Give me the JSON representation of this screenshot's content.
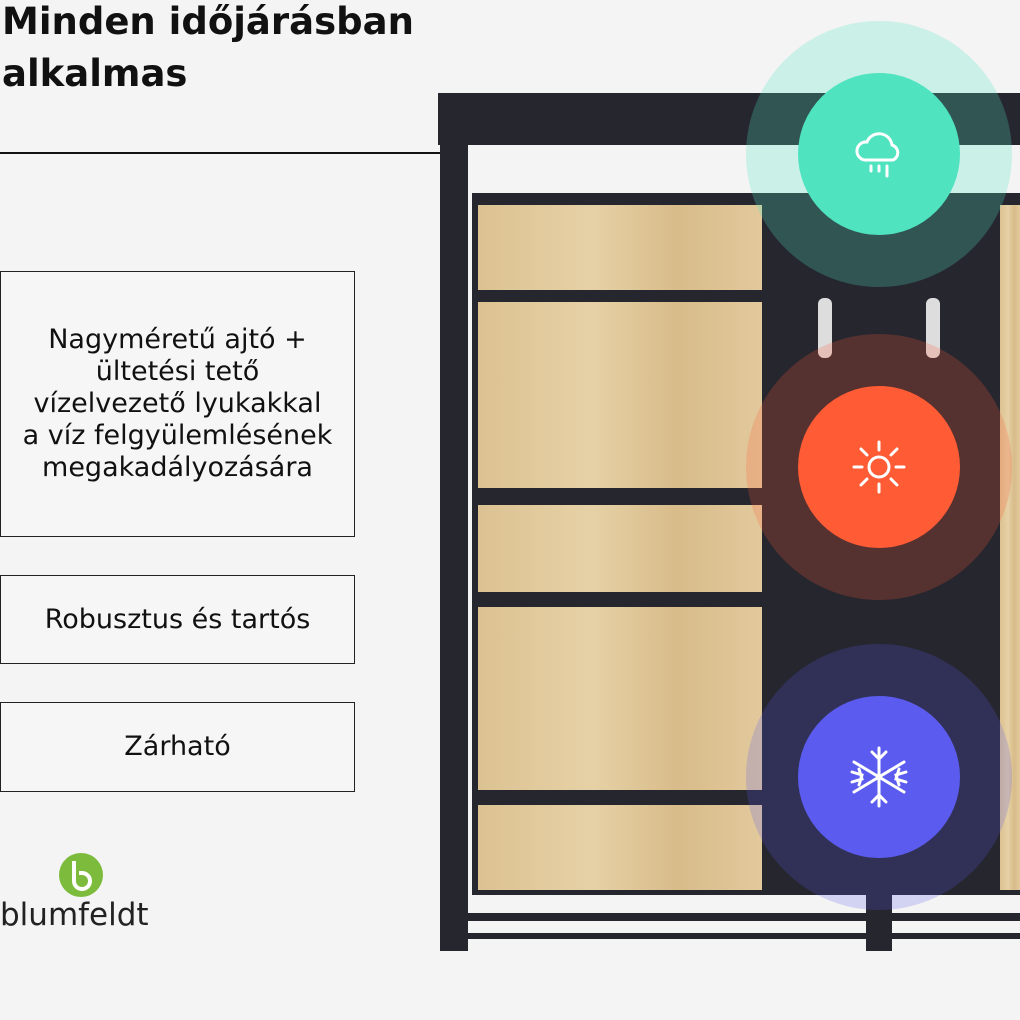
{
  "title": "Minden időjárásban alkalmas",
  "features": [
    {
      "label": "Nagyméretű ajtó + ültetési tető vízelvezető lyukakkal a víz felgyülemlésének megakadályozására"
    },
    {
      "label": "Robusztus és tartós"
    },
    {
      "label": "Zárható"
    }
  ],
  "brand": {
    "name": "blumfeldt",
    "color": "#7dbb3c"
  },
  "weather_icons": [
    {
      "icon": "rain-cloud-icon",
      "color": "#4fe3c0"
    },
    {
      "icon": "sun-icon",
      "color": "#ff5b35"
    },
    {
      "icon": "snowflake-icon",
      "color": "#5b5cef"
    }
  ]
}
